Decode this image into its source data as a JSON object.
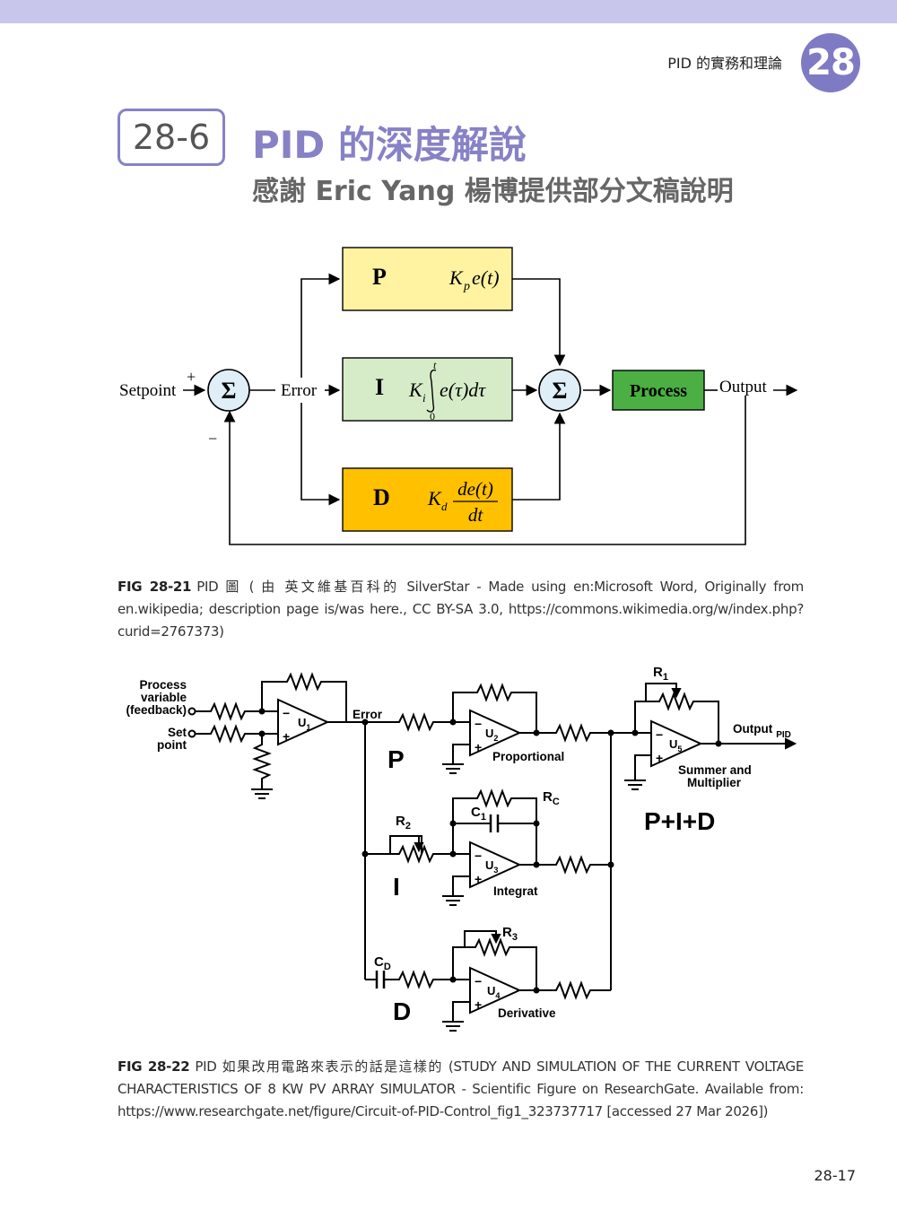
{
  "header": {
    "chapter_title": "PID 的實務和理論",
    "chapter_number": "28"
  },
  "section": {
    "number": "28-6",
    "title": "PID 的深度解說",
    "subtitle": "感謝 Eric Yang 楊博提供部分文稿說明"
  },
  "pid_diagram": {
    "setpoint": "Setpoint",
    "plus": "+",
    "minus": "−",
    "sum": "Σ",
    "error": "Error",
    "output": "Output",
    "process": "Process",
    "p_letter": "P",
    "i_letter": "I",
    "d_letter": "D",
    "p_coef": "K",
    "p_sub": "p",
    "p_expr": "e(t)",
    "i_coef": "K",
    "i_sub": "i",
    "i_upper": "t",
    "i_lower": "0",
    "i_expr": "e(τ)dτ",
    "d_coef": "K",
    "d_sub": "d",
    "d_num": "de(t)",
    "d_den": "dt",
    "colors": {
      "p_box": "#fff2a0",
      "i_box": "#d6ecc8",
      "d_box": "#ffc000",
      "process_box": "#4caf43",
      "sum_fill": "#dfeef7"
    }
  },
  "caption1": {
    "label": "FIG 28-21",
    "text": "PID 圖 ( 由 英文維基百科的 SilverStar - Made using en:Microsoft Word, Originally from en.wikipedia; description page is/was here., CC BY-SA 3.0, https://commons.wikimedia.org/w/index.php?curid=2767373)"
  },
  "circuit": {
    "process_variable": [
      "Process",
      "variable",
      "(feedback)"
    ],
    "set_point": [
      "Set",
      "point"
    ],
    "error": "Error",
    "u1": "U",
    "u1_sub": "1",
    "u2": "U",
    "u2_sub": "2",
    "u3": "U",
    "u3_sub": "3",
    "u4": "U",
    "u4_sub": "4",
    "u5": "U",
    "u5_sub": "5",
    "r1": "R",
    "r1_sub": "1",
    "r2": "R",
    "r2_sub": "2",
    "r3": "R",
    "r3_sub": "3",
    "rc": "R",
    "rc_sub": "C",
    "c1": "C",
    "c1_sub": "1",
    "cd": "C",
    "cd_sub": "D",
    "big_p": "P",
    "big_i": "I",
    "big_d": "D",
    "proportional": "Proportional",
    "integrat": "Integrat",
    "derivative": "Derivative",
    "output": "Output",
    "output_sub": "PID",
    "summer": [
      "Summer and",
      "Multiplier"
    ],
    "pid_label": "P+I+D",
    "opamp_minus": "−",
    "opamp_plus": "+"
  },
  "caption2": {
    "label": "FIG 28-22",
    "text": "PID 如果改用電路來表示的話是這樣的 (STUDY AND SIMULATION OF THE CURRENT VOLTAGE CHARACTERISTICS OF 8 KW PV ARRAY SIMULATOR - Scientific Figure on ResearchGate. Available from: https://www.researchgate.net/figure/Circuit-of-PID-Control_fig1_323737717 [accessed 27 Mar 2026])"
  },
  "page_number": "28-17"
}
